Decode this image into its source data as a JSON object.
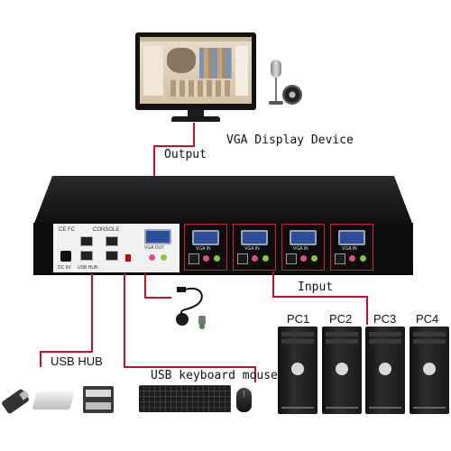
{
  "labels": {
    "vga_display_device": "VGA Display Device",
    "output": "Output",
    "input": "Input",
    "usb_hub": "USB HUB",
    "usb_keyboard_mouse": "USB keyboard mouse",
    "pcs": [
      "PC1",
      "PC2",
      "PC3",
      "PC4"
    ]
  },
  "panel": {
    "console": "CONSOLE",
    "vga_out": "VGA OUT",
    "vga_in": "VGA IN",
    "dc": "DC 9V",
    "usb_hub": "USB HUB",
    "ce_fc": "CE FC"
  },
  "colors": {
    "wire": "#c8102e",
    "port_border": "#d21f2f",
    "kvm_body": "#111111",
    "vga_connector": "#2a4e9a"
  }
}
